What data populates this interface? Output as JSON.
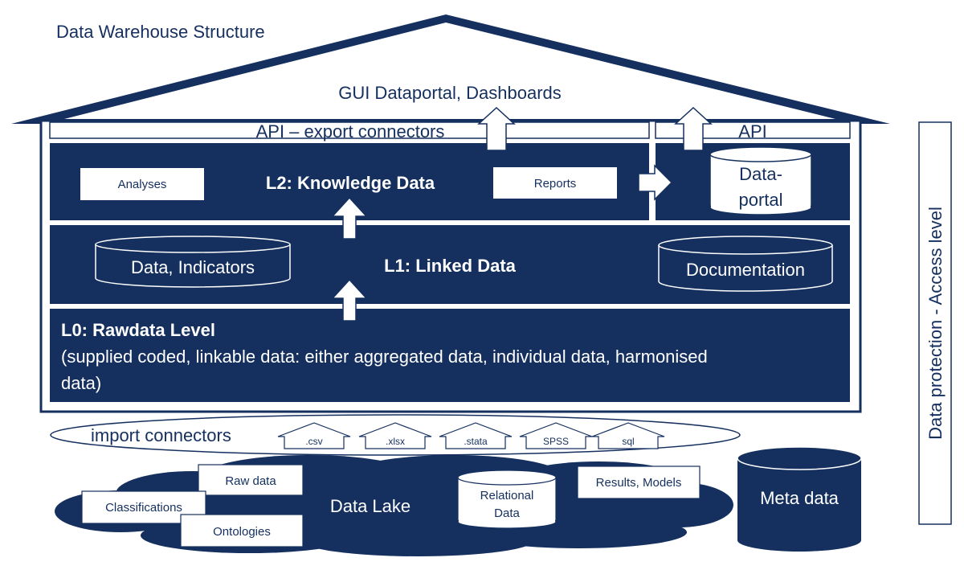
{
  "title": "Data Warehouse Structure",
  "roof": {
    "label": "GUI Dataportal, Dashboards"
  },
  "api_bar": {
    "export_label": "API – export connectors",
    "api_label": "API"
  },
  "layers": {
    "l2": {
      "title": "L2: Knowledge Data",
      "analyses": "Analyses",
      "reports": "Reports",
      "dataportal_line1": "Data-",
      "dataportal_line2": "portal"
    },
    "l1": {
      "title": "L1: Linked Data",
      "data_indicators": "Data, Indicators",
      "documentation": "Documentation"
    },
    "l0": {
      "title": "L0: Rawdata Level",
      "line1": "(supplied coded, linkable data: either aggregated data, individual data, harmonised",
      "line2": "data)"
    }
  },
  "import": {
    "label": "import connectors",
    "formats": [
      ".csv",
      ".xlsx",
      ".stata",
      "SPSS",
      "sql"
    ]
  },
  "data_lake": {
    "label": "Data Lake",
    "raw_data": "Raw data",
    "classifications": "Classifications",
    "ontologies": "Ontologies",
    "relational_line1": "Relational",
    "relational_line2": "Data",
    "results_models": "Results, Models"
  },
  "meta_data": "Meta data",
  "side_label": "Data protection - Access level",
  "colors": {
    "navy": "#15305f",
    "white": "#ffffff"
  }
}
